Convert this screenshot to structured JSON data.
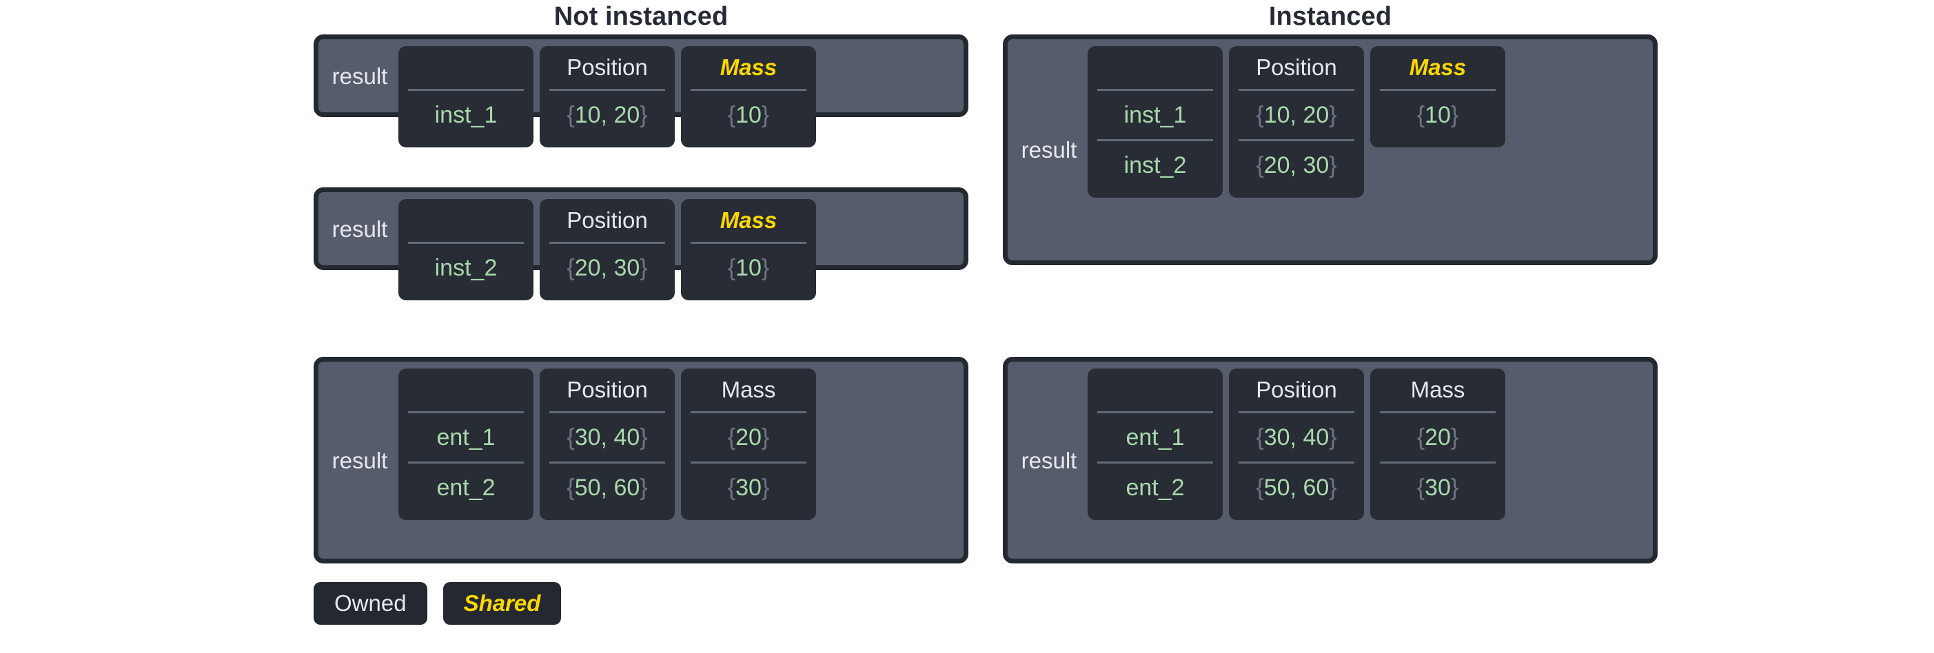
{
  "colors": {
    "page_background": "#ffffff",
    "panel_border": "#242831",
    "panel_fill": "#565c6b",
    "cell_fill": "#282c35",
    "owned_text": "#e6e8ee",
    "shared_text": "#ffd700",
    "value_text": "#a9d8ac",
    "brace_text": "#6e7686",
    "separator": "#636b78",
    "title_text": "#272b35"
  },
  "columns": {
    "left_title": "Not instanced",
    "right_title": "Instanced"
  },
  "legend": {
    "owned_label": "Owned",
    "shared_label": "Shared"
  },
  "not_instanced": {
    "panels": [
      {
        "result_label": "result",
        "headers": {
          "name": "",
          "position": "Position",
          "mass": "Mass"
        },
        "mass_shared": true,
        "rows": [
          {
            "name": "inst_1",
            "position_open": "{",
            "position_value": "10",
            "position_comma": ",",
            "position_value2": "20",
            "position_close": "}",
            "mass_open": "{",
            "mass_value": "10",
            "mass_close": "}"
          }
        ]
      },
      {
        "result_label": "result",
        "headers": {
          "name": "",
          "position": "Position",
          "mass": "Mass"
        },
        "mass_shared": true,
        "rows": [
          {
            "name": "inst_2",
            "position_open": "{",
            "position_value": "20",
            "position_comma": ",",
            "position_value2": "30",
            "position_close": "}",
            "mass_open": "{",
            "mass_value": "10",
            "mass_close": "}"
          }
        ]
      },
      {
        "result_label": "result",
        "headers": {
          "name": "",
          "position": "Position",
          "mass": "Mass"
        },
        "mass_shared": false,
        "rows": [
          {
            "name": "ent_1",
            "position_open": "{",
            "position_value": "30",
            "position_comma": ",",
            "position_value2": "40",
            "position_close": "}",
            "mass_open": "{",
            "mass_value": "20",
            "mass_close": "}"
          },
          {
            "name": "ent_2",
            "position_open": "{",
            "position_value": "50",
            "position_comma": ",",
            "position_value2": "60",
            "position_close": "}",
            "mass_open": "{",
            "mass_value": "30",
            "mass_close": "}"
          }
        ]
      }
    ]
  },
  "instanced": {
    "panels": [
      {
        "result_label": "result",
        "headers": {
          "name": "",
          "position": "Position",
          "mass": "Mass"
        },
        "mass_shared": true,
        "mass_spans_rows": 1,
        "rows": [
          {
            "name": "inst_1",
            "position_open": "{",
            "position_value": "10",
            "position_comma": ",",
            "position_value2": "20",
            "position_close": "}",
            "mass_open": "{",
            "mass_value": "10",
            "mass_close": "}"
          },
          {
            "name": "inst_2",
            "position_open": "{",
            "position_value": "20",
            "position_comma": ",",
            "position_value2": "30",
            "position_close": "}"
          }
        ]
      },
      {
        "result_label": "result",
        "headers": {
          "name": "",
          "position": "Position",
          "mass": "Mass"
        },
        "mass_shared": false,
        "mass_spans_rows": 2,
        "rows": [
          {
            "name": "ent_1",
            "position_open": "{",
            "position_value": "30",
            "position_comma": ",",
            "position_value2": "40",
            "position_close": "}",
            "mass_open": "{",
            "mass_value": "20",
            "mass_close": "}"
          },
          {
            "name": "ent_2",
            "position_open": "{",
            "position_value": "50",
            "position_comma": ",",
            "position_value2": "60",
            "position_close": "}",
            "mass_open": "{",
            "mass_value": "30",
            "mass_close": "}"
          }
        ]
      }
    ]
  }
}
